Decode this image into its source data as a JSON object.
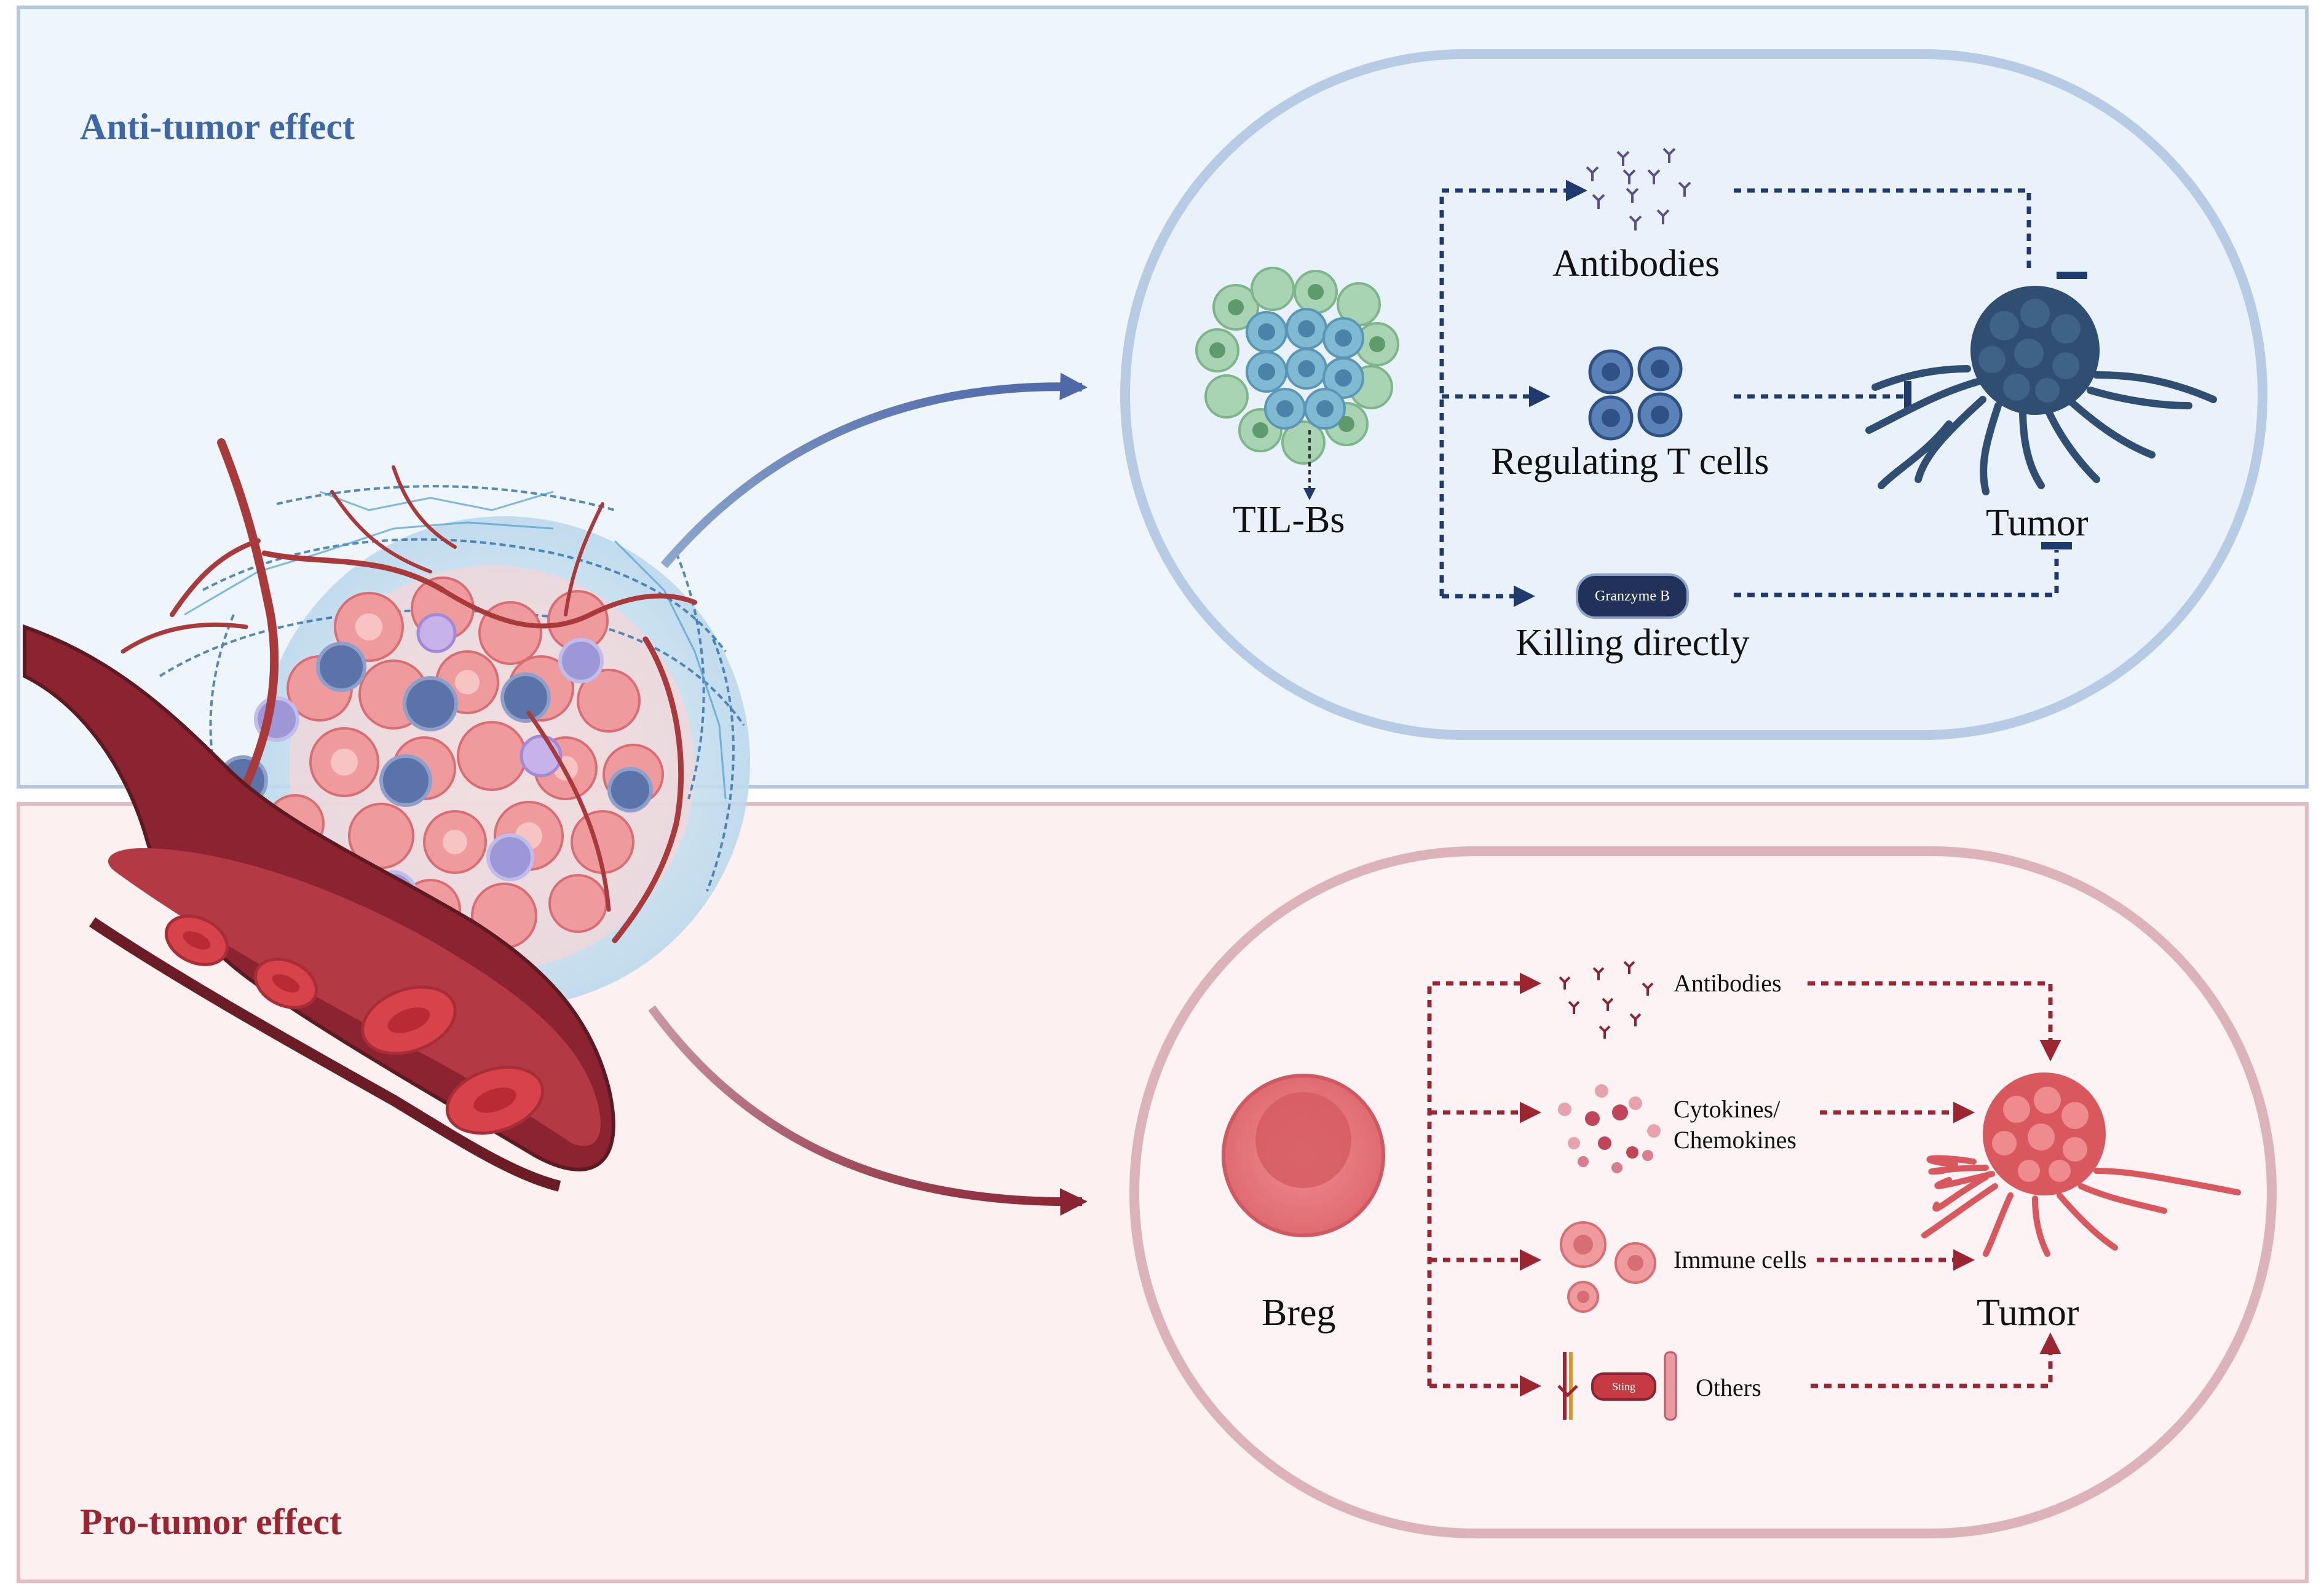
{
  "panels": {
    "anti": {
      "title": "Anti-tumor effect",
      "source": "TIL-Bs",
      "mechanisms": [
        "Antibodies",
        "Regulating T cells",
        "Killing directly"
      ],
      "granzyme_label": "Granzyme B",
      "target": "Tumor"
    },
    "pro": {
      "title": "Pro-tumor effect",
      "source": "Breg",
      "mechanisms": [
        "Antibodies",
        "Cytokines/",
        "Chemokines",
        "Immune cells",
        "Others"
      ],
      "sting_label": "Sting",
      "target": "Tumor"
    }
  },
  "colors": {
    "anti_accent": "#1f3a6e",
    "anti_title": "#3f66a6",
    "anti_bg": "#eef5fb",
    "pro_accent": "#9b2530",
    "pro_title": "#9b2530",
    "pro_bg": "#fcf0f1",
    "tumor_blue": "#2f4e72",
    "tumor_red": "#d9585e"
  },
  "icons": [
    "tumor-microenvironment-illustration",
    "blood-vessel-icon",
    "b-cell-cluster-icon",
    "antibody-icon",
    "t-cell-icon",
    "granzyme-icon",
    "tumor-cell-icon",
    "breg-cell-icon",
    "cytokine-icon",
    "immune-cell-icon",
    "sting-icon",
    "receptor-icon"
  ]
}
